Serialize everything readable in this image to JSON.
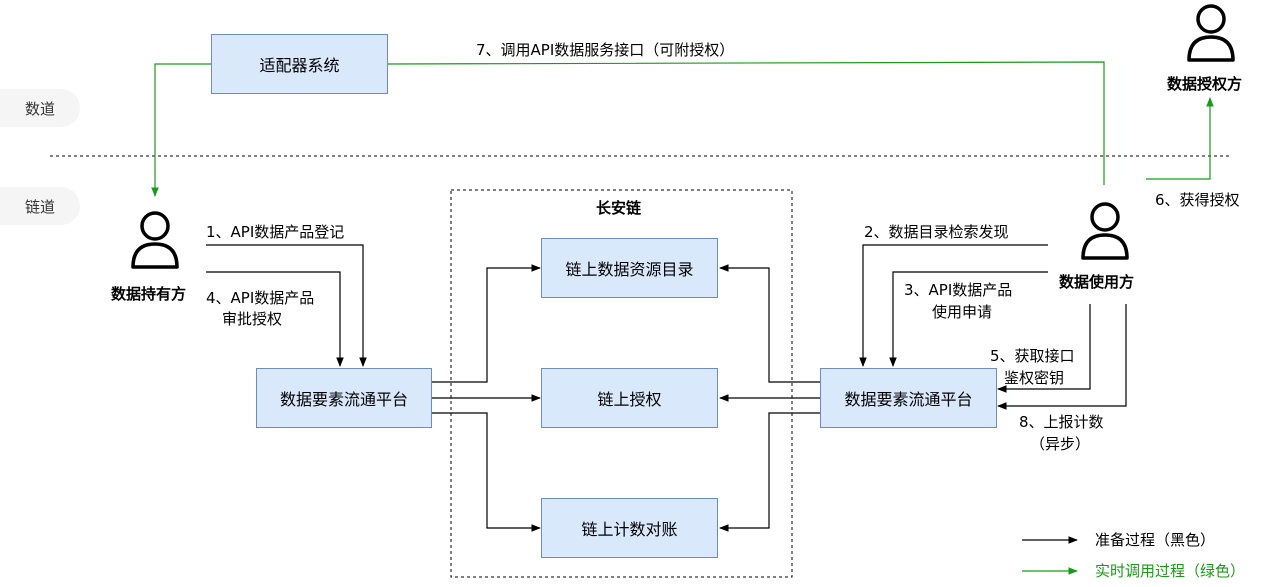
{
  "lanes": {
    "data_lane": "数道",
    "chain_lane": "链道"
  },
  "chain": {
    "title": "长安链"
  },
  "boxes": {
    "adapter": "适配器系统",
    "left_platform": "数据要素流通平台",
    "right_platform": "数据要素流通平台",
    "catalog": "链上数据资源目录",
    "auth": "链上授权",
    "billing": "链上计数对账"
  },
  "actors": {
    "holder": "数据持有方",
    "user": "数据使用方",
    "grantor": "数据授权方"
  },
  "steps": {
    "s1": "1、API数据产品登记",
    "s4_line1": "4、API数据产品",
    "s4_line2": "审批授权",
    "s2": "2、数据目录检索发现",
    "s3_line1": "3、API数据产品",
    "s3_line2": "使用申请",
    "s5_line1": "5、获取接口",
    "s5_line2": "鉴权密钥",
    "s8_line1": "8、上报计数",
    "s8_line2": "（异步）",
    "s6": "6、获得授权",
    "s7": "7、调用API数据服务接口（可附授权）"
  },
  "legend": {
    "black": "准备过程（黑色）",
    "green": "实时调用过程（绿色）"
  },
  "colors": {
    "box_fill": "#dae8fc",
    "box_border": "#6c8ebf",
    "realtime_green": "#1a9a1a",
    "prep_black": "#000000"
  },
  "icons": {
    "person": "person-icon"
  }
}
